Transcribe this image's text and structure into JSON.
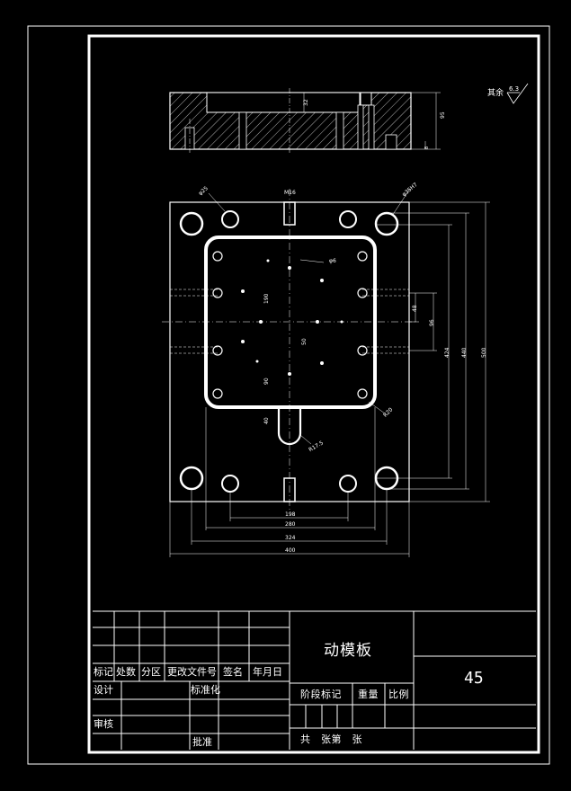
{
  "drawing": {
    "part_name": "动模板",
    "material": "45",
    "surface_note": "其余",
    "roughness": "6.3"
  },
  "title_block": {
    "headers": [
      "标记",
      "处数",
      "分区",
      "更改文件号",
      "签名",
      "年月日"
    ],
    "design": "设计",
    "standardize": "标准化",
    "review": "审核",
    "approve": "批准",
    "stage_mark": "阶段标记",
    "weight": "重量",
    "scale": "比例",
    "sheets": "共　张第　张"
  },
  "dimensions": {
    "side_height": "95",
    "side_pocket": "32",
    "side_small": "8",
    "top_width": "400",
    "top_324": "324",
    "top_280": "280",
    "top_198": "198",
    "right_500": "500",
    "right_440": "440",
    "right_424": "424",
    "right_96": "96",
    "right_48": "48",
    "inner_190": "190",
    "inner_90": "90",
    "inner_50": "50",
    "inner_40": "40",
    "phi25": "φ25",
    "phi35": "φ35H7",
    "m16": "M16",
    "phi6": "φ6",
    "r20": "R20",
    "r17_5": "R17.5"
  }
}
